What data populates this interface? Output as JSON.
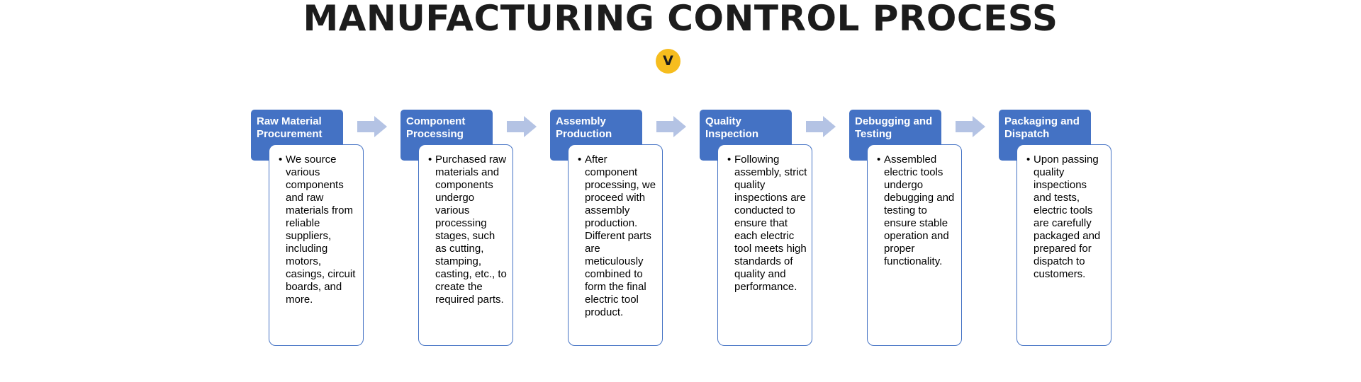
{
  "header": {
    "title": "MANUFACTURING CONTROL PROCESS",
    "logo_letter": "V"
  },
  "colors": {
    "accent_blue": "#4472c4",
    "arrow_blue": "#b4c3e4",
    "logo_yellow": "#f6bd1e",
    "text_dark": "#1c1c1c"
  },
  "steps": [
    {
      "title": "Raw Material Procurement",
      "description": "We source various components and raw materials from reliable suppliers, including motors, casings, circuit boards, and more."
    },
    {
      "title": "Component Processing",
      "description": "Purchased raw materials and components undergo various processing stages, such as cutting, stamping, casting, etc., to create the required parts."
    },
    {
      "title": "Assembly Production",
      "description": "After component processing, we proceed with assembly production. Different parts are meticulously combined to form the final electric tool product."
    },
    {
      "title": "Quality Inspection",
      "description": "Following assembly, strict quality inspections are conducted to ensure that each electric tool meets high standards of quality and performance."
    },
    {
      "title": "Debugging and Testing",
      "description": "Assembled electric tools undergo debugging and testing to ensure stable operation and proper functionality."
    },
    {
      "title": "Packaging and Dispatch",
      "description": "Upon passing quality inspections and tests, electric tools are carefully packaged and prepared for dispatch to customers."
    }
  ]
}
